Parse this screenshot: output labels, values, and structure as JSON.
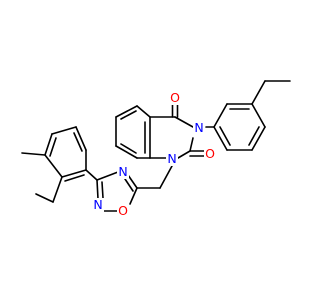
{
  "molecule": {
    "atoms": [
      {
        "id": "o-top",
        "symbol": "O",
        "role": "carbonyl-oxygen",
        "color": "#ff0000"
      },
      {
        "id": "o-right",
        "symbol": "O",
        "role": "carbonyl-oxygen",
        "color": "#ff0000"
      },
      {
        "id": "n3",
        "symbol": "N",
        "role": "quinazoline-n3",
        "color": "#0000ff"
      },
      {
        "id": "n1",
        "symbol": "N",
        "role": "quinazoline-n1",
        "color": "#0000ff"
      },
      {
        "id": "n-ox5",
        "symbol": "N",
        "role": "oxadiazole-n4",
        "color": "#0000ff"
      },
      {
        "id": "n-ox2",
        "symbol": "N",
        "role": "oxadiazole-n2",
        "color": "#0000ff"
      },
      {
        "id": "o-ox",
        "symbol": "O",
        "role": "oxadiazole-o1",
        "color": "#ff0000"
      }
    ],
    "bond_color": "#000000"
  }
}
